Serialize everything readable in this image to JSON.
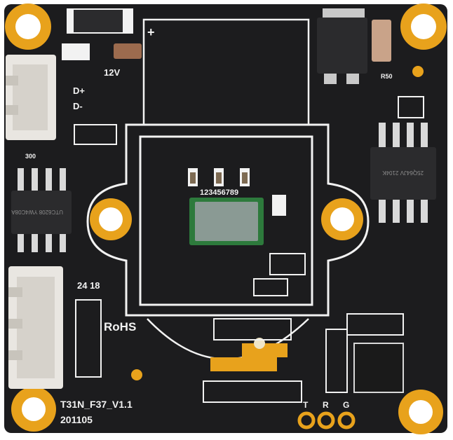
{
  "board": {
    "pcb_color": "#1c1c1e",
    "silkscreen_color": "#f2f2f2",
    "pad_color": "#e8a21c",
    "sensor_glass_color": "#8a9a94",
    "labels": {
      "power": "12V",
      "data_plus": "D+",
      "data_minus": "D-",
      "rohs": "RoHS",
      "model": "T31N_F37_V1.1",
      "date": "201105",
      "pin_t": "T",
      "pin_r": "R",
      "pin_g": "G",
      "sensor_pins": "123456789",
      "lens_mark": "24 18",
      "plus_mark": "+",
      "res_300": "300",
      "res_r50": "R50"
    },
    "chips": {
      "flash": "25Q64JV\n2104K",
      "power_ic": "UTC6208\nYW4C08A"
    }
  }
}
